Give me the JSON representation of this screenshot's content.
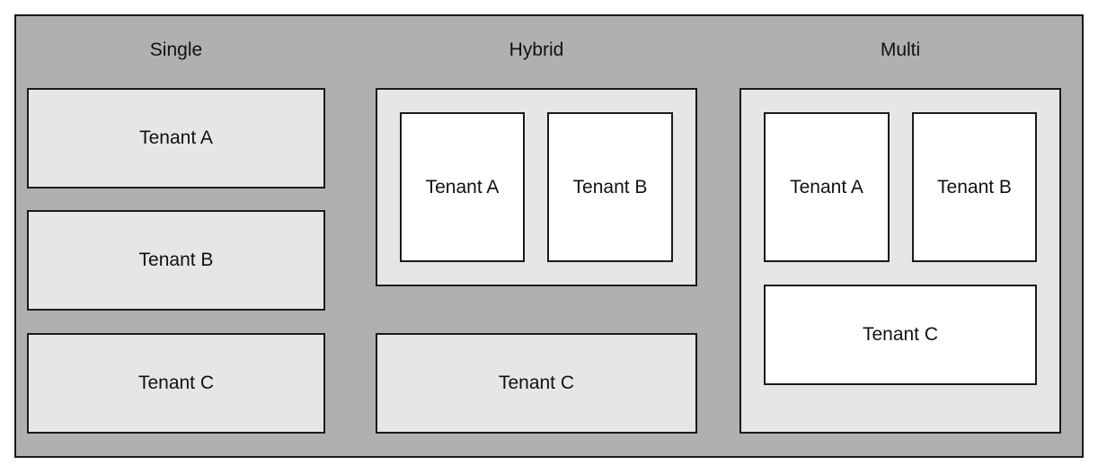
{
  "columns": {
    "single": {
      "title": "Single",
      "tenants": [
        "Tenant A",
        "Tenant B",
        "Tenant C"
      ]
    },
    "hybrid": {
      "title": "Hybrid",
      "shared_group": [
        "Tenant A",
        "Tenant B"
      ],
      "separate": "Tenant C"
    },
    "multi": {
      "title": "Multi",
      "shared_group": [
        "Tenant A",
        "Tenant B",
        "Tenant C"
      ]
    }
  },
  "colors": {
    "background": "#b0b0b0",
    "container": "#e6e6e6",
    "box_light": "#e6e6e6",
    "box_white": "#ffffff",
    "border": "#1a1a1a"
  }
}
